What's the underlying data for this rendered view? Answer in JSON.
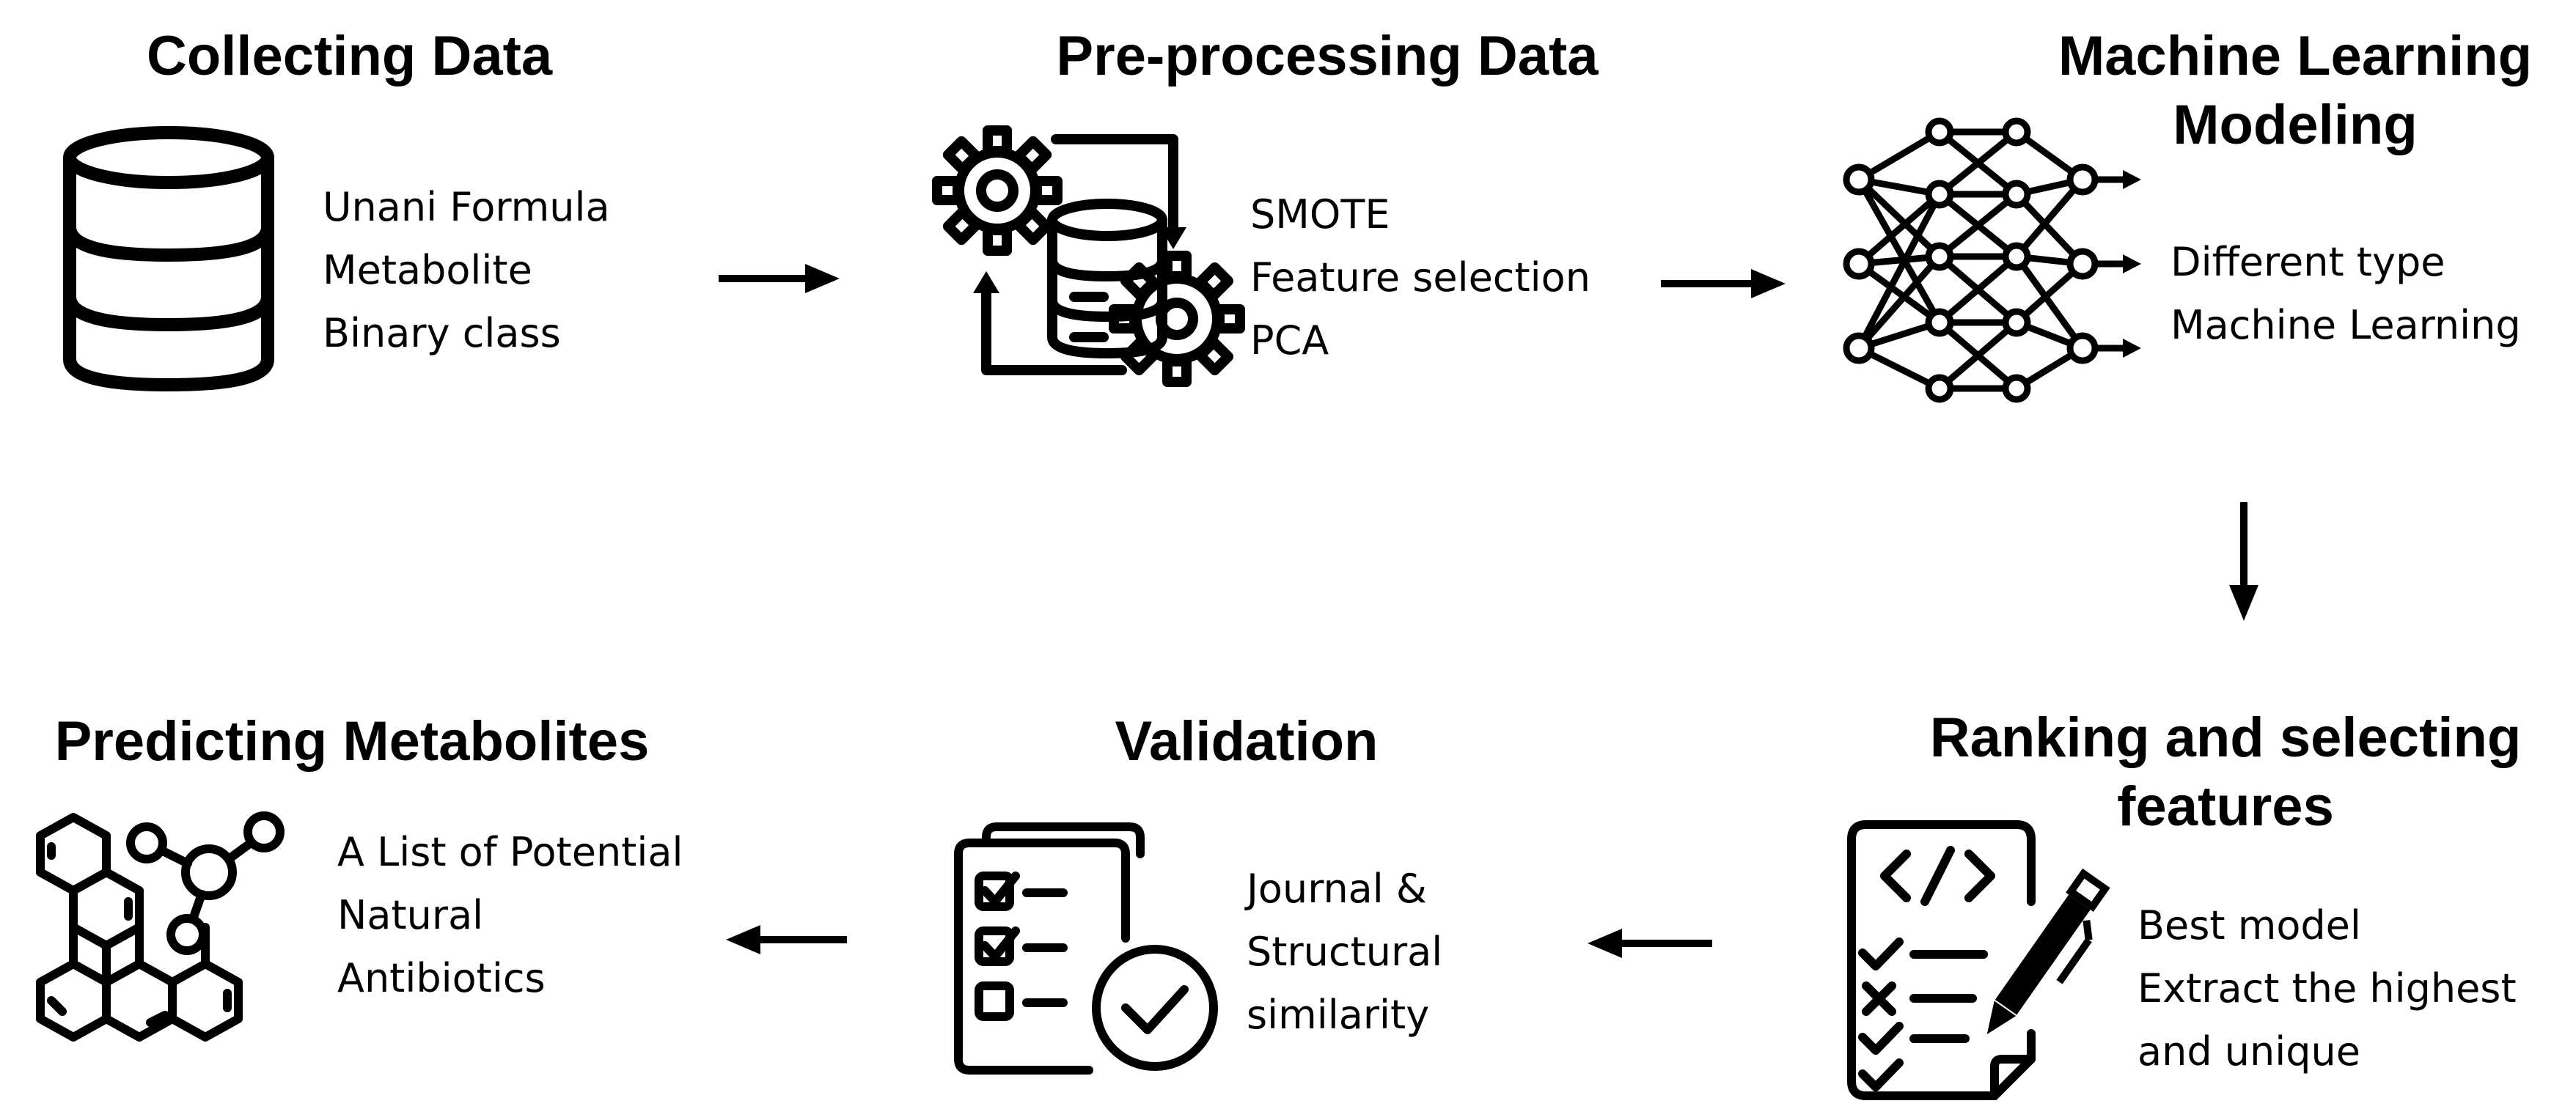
{
  "steps": [
    {
      "title": [
        "Collecting Data"
      ],
      "lines": [
        "Unani Formula",
        "Metabolite",
        "Binary class"
      ],
      "icon": "database-icon"
    },
    {
      "title": [
        "Pre-processing Data"
      ],
      "lines": [
        "SMOTE",
        "Feature selection",
        "PCA"
      ],
      "icon": "gears-data-cycle-icon"
    },
    {
      "title": [
        "Machine Learning",
        "Modeling"
      ],
      "lines": [
        "Different type",
        "Machine Learning"
      ],
      "icon": "neural-network-icon"
    },
    {
      "title": [
        "Ranking and selecting",
        "features"
      ],
      "lines": [
        "Best model",
        "Extract the highest",
        "and unique"
      ],
      "icon": "code-checklist-pen-icon"
    },
    {
      "title": [
        "Validation"
      ],
      "lines": [
        "Journal &",
        "Structural",
        "similarity"
      ],
      "icon": "checklist-approval-icon"
    },
    {
      "title": [
        "Predicting Metabolites"
      ],
      "lines": [
        "A List of Potential",
        "Natural",
        "Antibiotics"
      ],
      "icon": "molecule-structure-icon"
    }
  ]
}
